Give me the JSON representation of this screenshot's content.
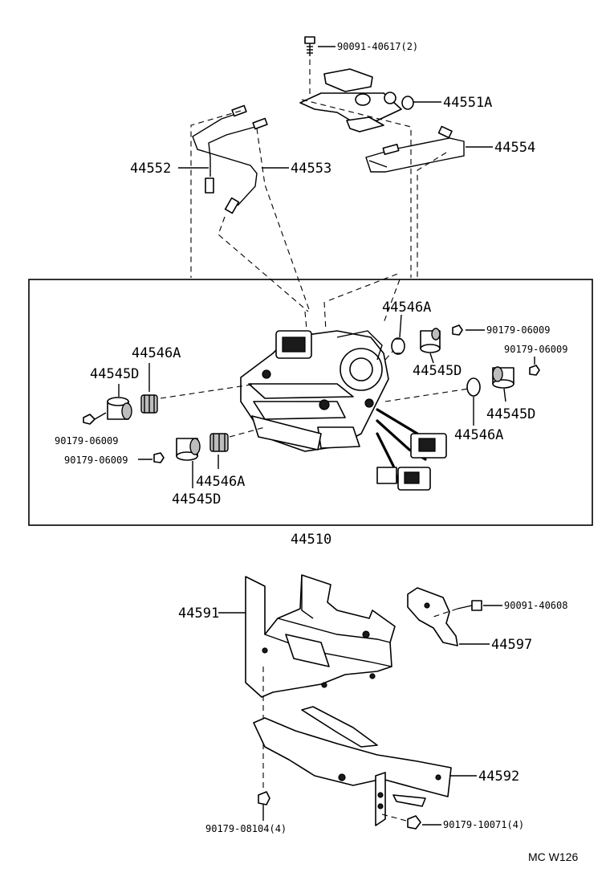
{
  "diagram": {
    "upper": {
      "bolt_top": "90091-40617(2)",
      "solenoid": "44551A",
      "tube_right": "44554",
      "tube_left_a": "44552",
      "tube_left_b": "44553"
    },
    "assembly_box": {
      "label": "44510",
      "cushion_top_right": "44546A",
      "nut_top_right": "90179-06009",
      "damper_top_right": "44545D",
      "nut_right": "90179-06009",
      "damper_right": "44545D",
      "cushion_right": "44546A",
      "cushion_left": "44546A",
      "damper_left": "44545D",
      "nut_left": "90179-06009",
      "nut_bottom_left": "90179-06009",
      "cushion_bottom": "44546A",
      "damper_bottom": "44545D"
    },
    "lower": {
      "bracket_upper": "44591",
      "bolt_right": "90091-40608",
      "clamp": "44597",
      "bracket_lower": "44592",
      "bolt_bottom": "90179-08104(4)",
      "nut_bottom_right": "90179-10071(4)"
    },
    "reference_code": "MC W126"
  }
}
